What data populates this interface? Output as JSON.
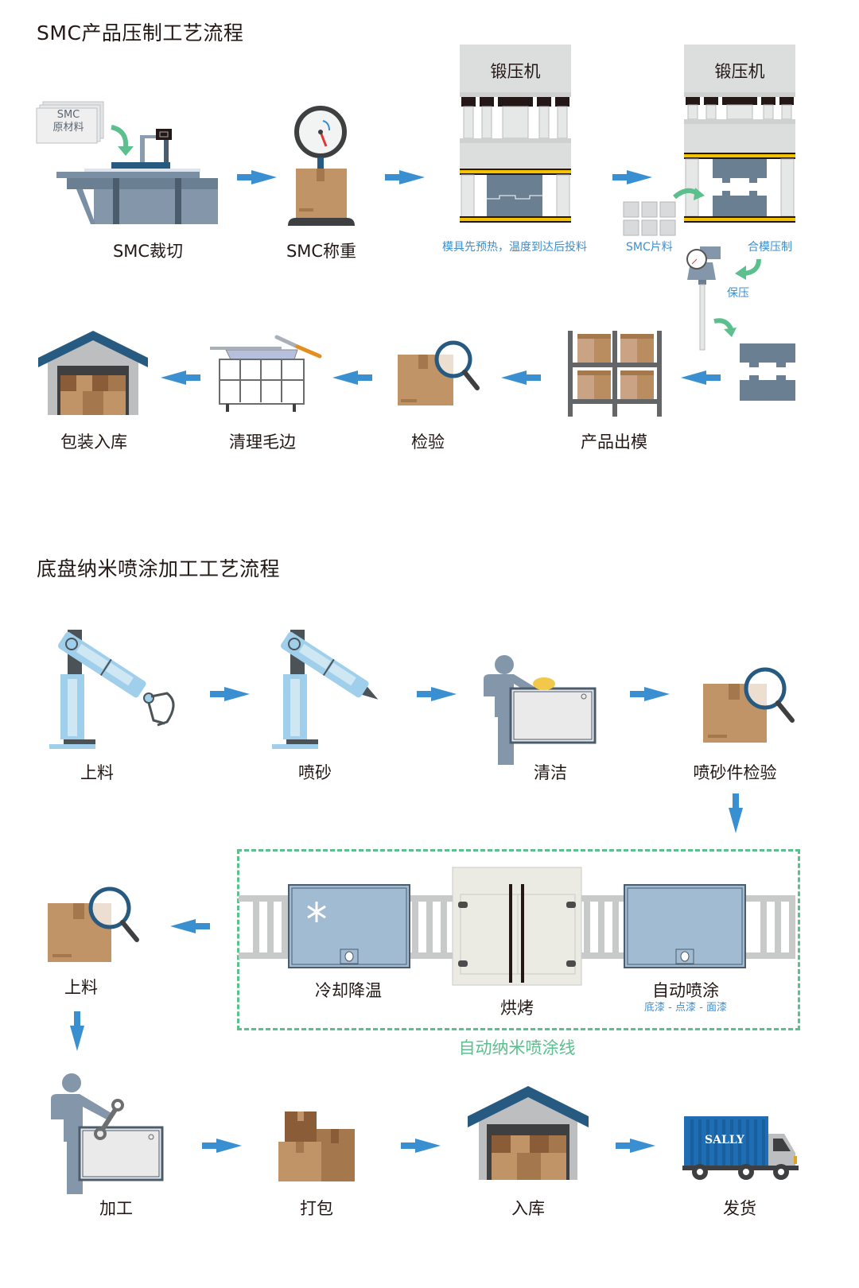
{
  "section1": {
    "title": "SMC产品压制工艺流程",
    "steps": {
      "cutting": "SMC裁切",
      "weighing": "SMC称重",
      "press_preheat_caption": "模具先预热，温度到达后投料",
      "press_label": "锻压机",
      "smc_sheet": "SMC片料",
      "mold_press": "合模压制",
      "hold_pressure": "保压",
      "demold": "产品出模",
      "inspection": "检验",
      "deburr": "清理毛边",
      "pack_store": "包装入库"
    },
    "raw_material_tag": [
      "SMC",
      "原材料"
    ]
  },
  "section2": {
    "title": "底盘纳米喷涂加工工艺流程",
    "steps": {
      "load1": "上料",
      "sandblast": "喷砂",
      "clean": "清洁",
      "sandblast_inspect": "喷砂件检验",
      "cooling": "冷却降温",
      "baking": "烘烤",
      "auto_spray": "自动喷涂",
      "auto_spray_sub": "底漆 - 点漆 - 面漆",
      "load2": "上料",
      "machining": "加工",
      "packing": "打包",
      "storage": "入库",
      "shipping": "发货"
    },
    "line_label": "自动纳米喷涂线",
    "truck_brand": "SALLY"
  },
  "colors": {
    "arrow": "#3a8fd0",
    "green_arrow": "#5cbf8e",
    "box": "#c09467",
    "steel": "#6b7f93",
    "navy": "#275a80"
  }
}
